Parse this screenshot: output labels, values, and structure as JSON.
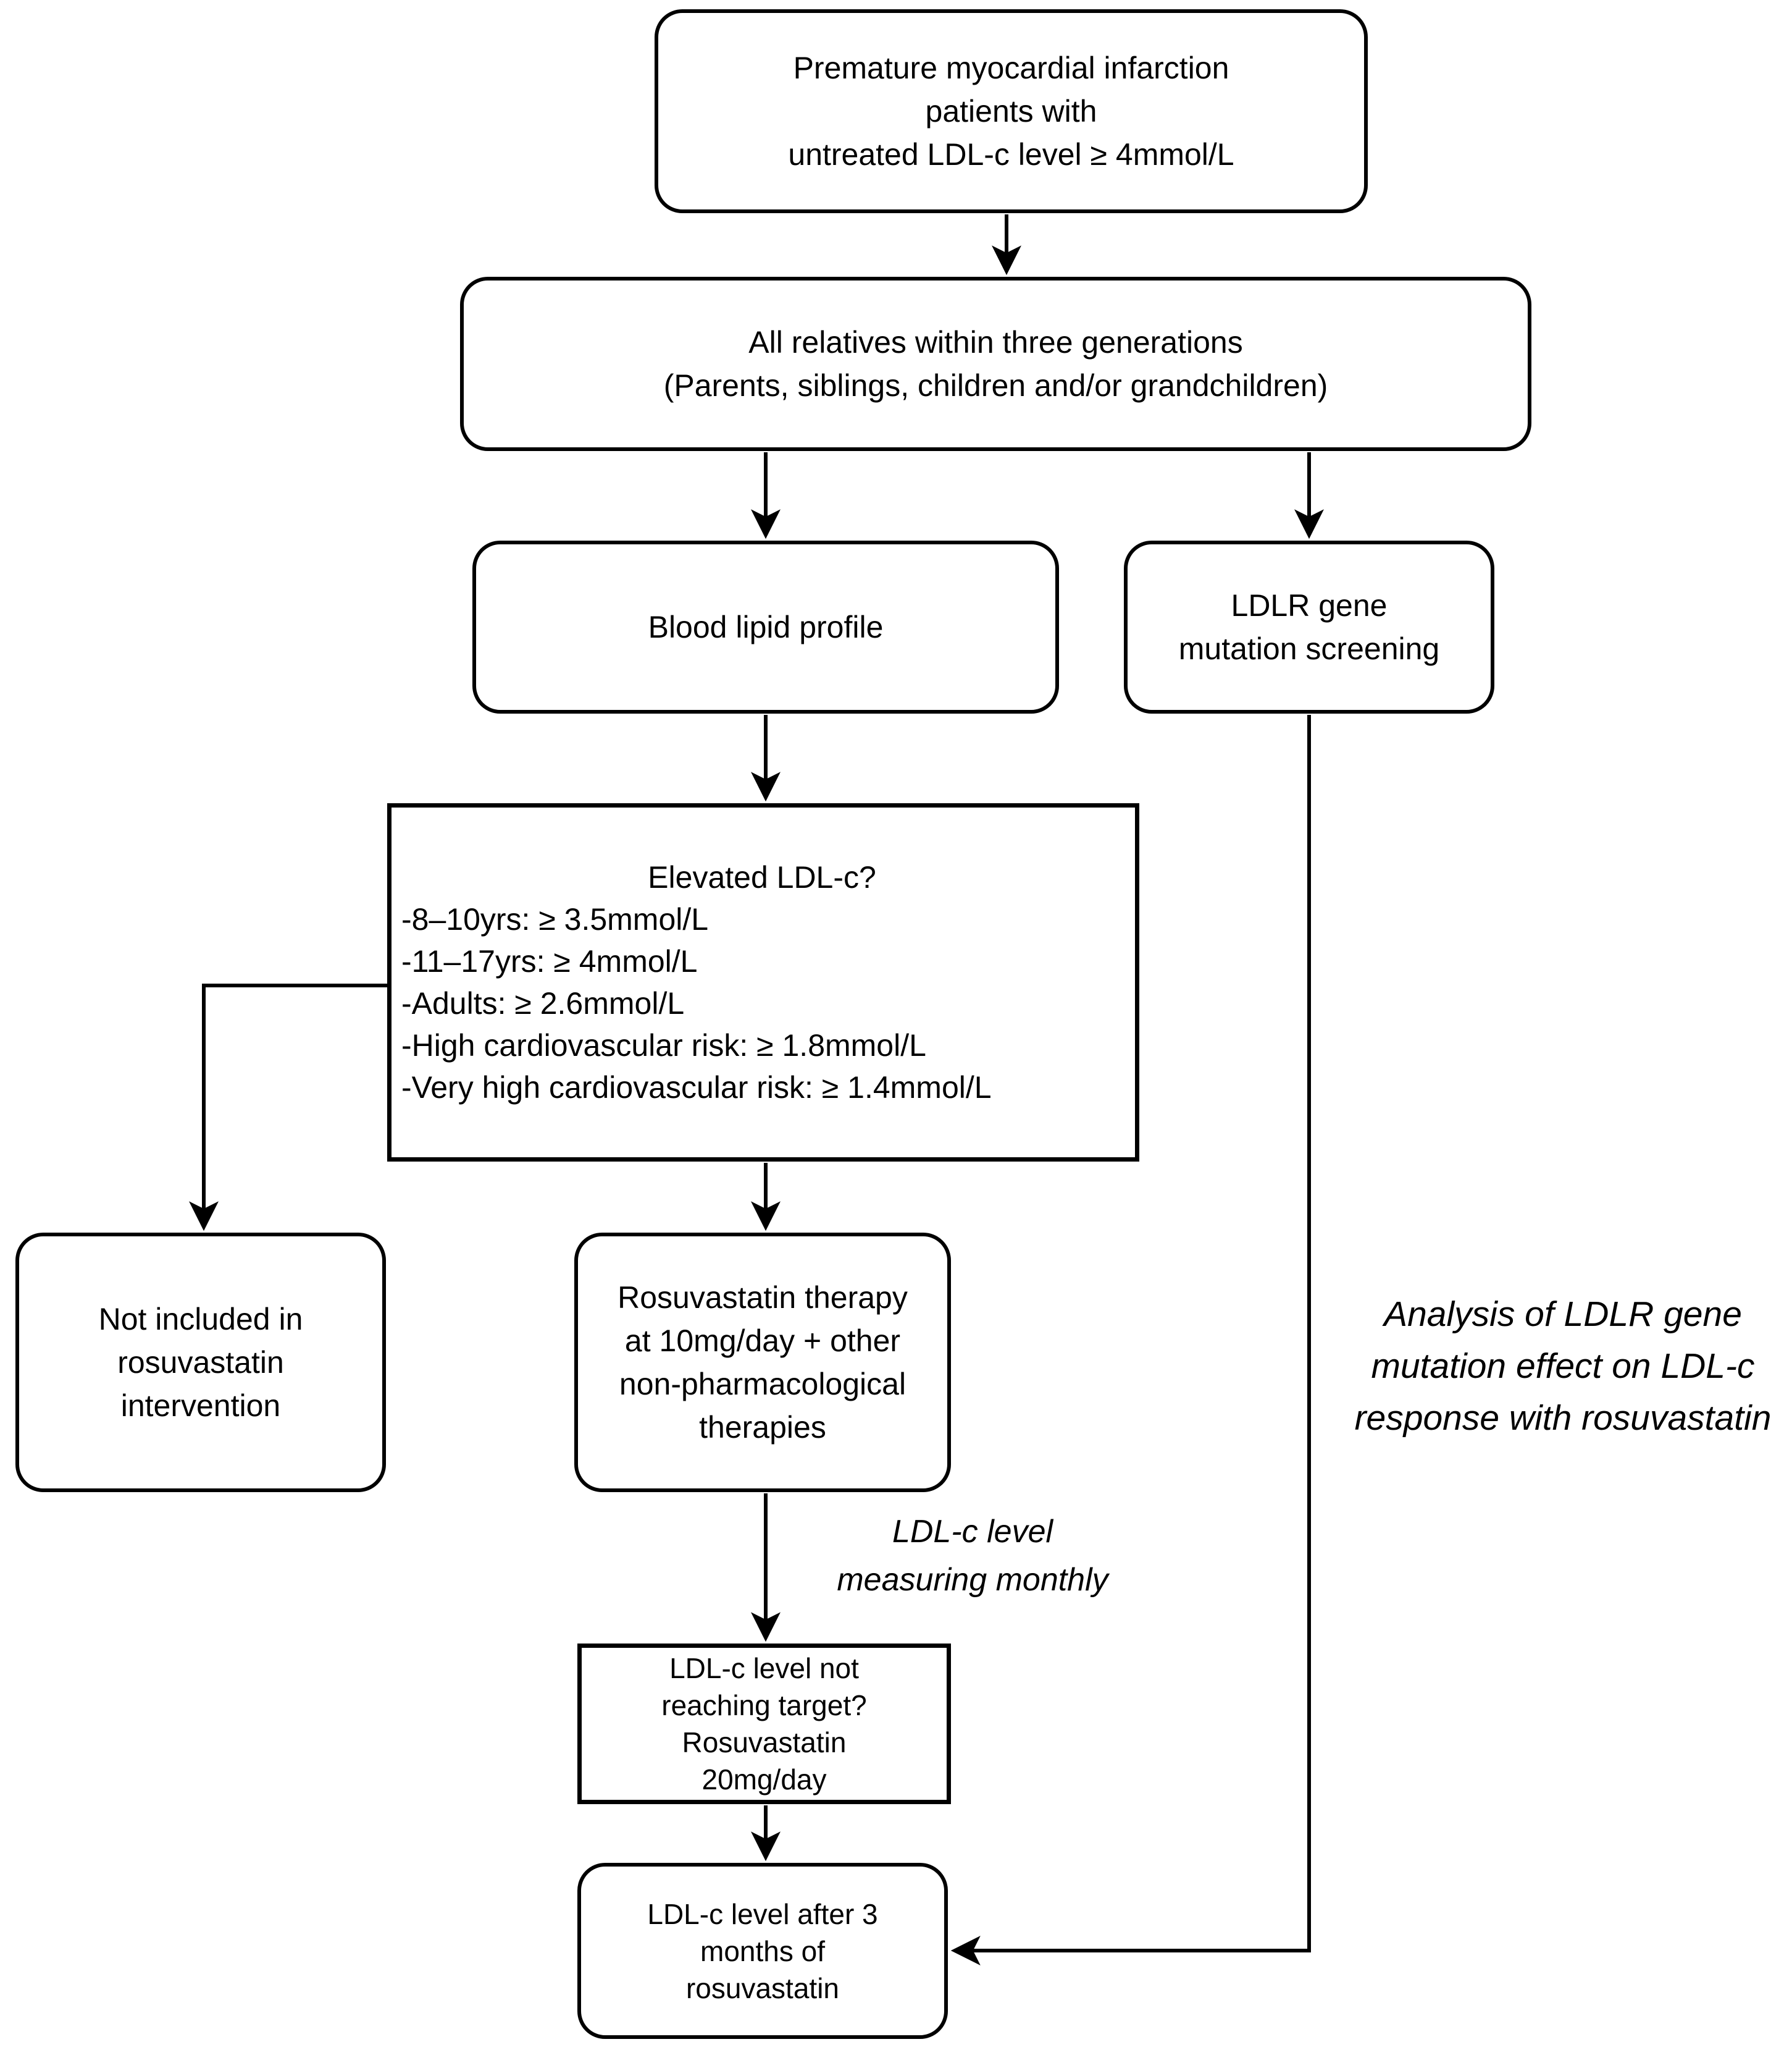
{
  "diagram_title": "Rosuvastatin intervention cascade screening flowchart",
  "colors": {
    "background": "#ffffff",
    "stroke": "#000000",
    "text": "#000000"
  },
  "boxes": {
    "premature": {
      "text": "Premature myocardial infarction\npatients with\nuntreated LDL-c level ≥ 4mmol/L"
    },
    "relatives": {
      "text": "All relatives within three generations\n(Parents, siblings, children and/or grandchildren)"
    },
    "blood_lipid": {
      "text": "Blood lipid profile"
    },
    "ldlr_screening": {
      "text": "LDLR gene\nmutation screening"
    },
    "elevated": {
      "title": "Elevated LDL-c?",
      "criteria": "-8–10yrs: ≥ 3.5mmol/L\n-11–17yrs: ≥ 4mmol/L\n-Adults: ≥ 2.6mmol/L\n-High cardiovascular risk: ≥ 1.8mmol/L\n-Very high cardiovascular risk: ≥ 1.4mmol/L"
    },
    "not_included": {
      "text": "Not included in\nrosuvastatin\nintervention"
    },
    "rosuva_therapy": {
      "text": "Rosuvastatin therapy\nat 10mg/day + other\nnon-pharmacological\ntherapies"
    },
    "not_reaching": {
      "text": "LDL-c level not\nreaching target?\nRosuvastatin\n20mg/day"
    },
    "after_3_months": {
      "text": "LDL-c level after 3\nmonths of\nrosuvastatin"
    }
  },
  "annotations": {
    "measuring": "LDL-c level\nmeasuring monthly",
    "analysis": "Analysis of LDLR gene\nmutation effect on LDL-c\nresponse with rosuvastatin"
  }
}
